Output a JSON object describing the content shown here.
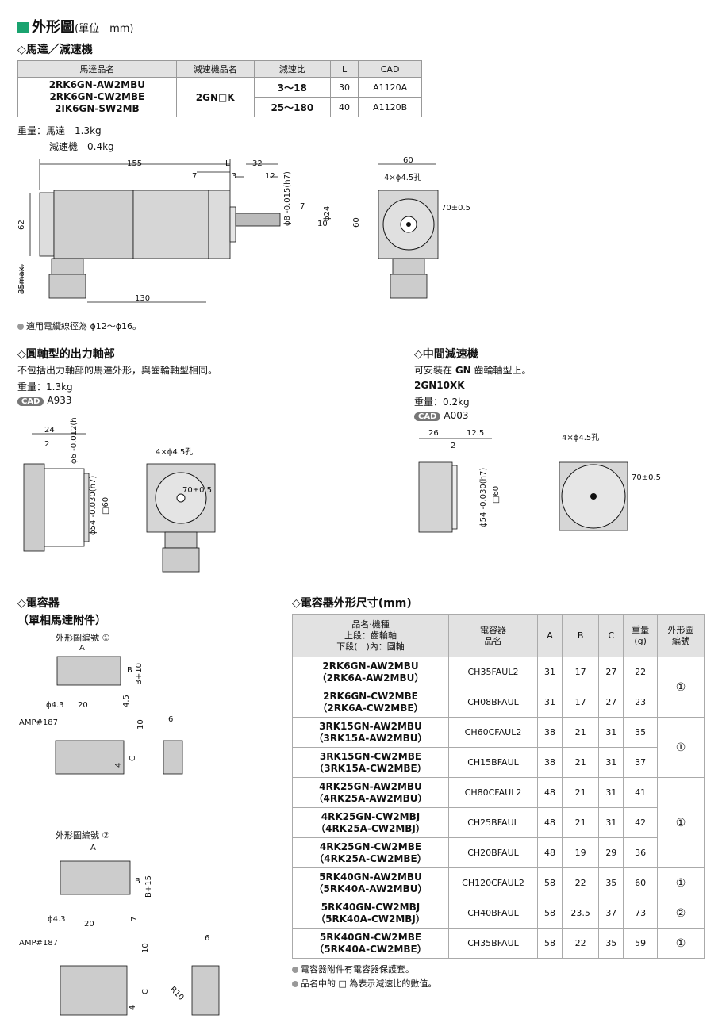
{
  "title": {
    "main": "外形圖",
    "unit": "(單位　mm)"
  },
  "section_motor": {
    "heading": "◇馬達／減速機",
    "table": {
      "headers": [
        "馬達品名",
        "減速機品名",
        "減速比",
        "L",
        "CAD"
      ],
      "motors": [
        "2RK6GN-AW2MBU",
        "2RK6GN-CW2MBE",
        "2IK6GN-SW2MB"
      ],
      "gear": "2GN□K",
      "rows": [
        {
          "ratio": "3～18",
          "L": "30",
          "cad": "A1120A"
        },
        {
          "ratio": "25～180",
          "L": "40",
          "cad": "A1120B"
        }
      ]
    },
    "weight_label": "重量：馬達　1.3kg",
    "weight_gear": "減速機　0.4kg",
    "cable_note": "適用電纜線徑為 ϕ12～ϕ16。",
    "dims": {
      "d155": "155",
      "dL": "L",
      "d32": "32",
      "d7": "7",
      "d3": "3",
      "d12": "12",
      "shaft": "ϕ8 -0.015(h7)",
      "d7b": "7",
      "d10": "10",
      "d24": "ϕ24",
      "d62": "62",
      "d35": "35max.",
      "d130": "130",
      "d60top": "60",
      "holes": "4×ϕ4.5孔",
      "d70": "70±0.5",
      "d60side": "60"
    }
  },
  "section_round": {
    "heading": "◇圓軸型的出力軸部",
    "desc": "不包括出力軸部的馬達外形，與齒輪軸型相同。",
    "weight": "重量：1.3kg",
    "cad_badge": "CAD",
    "cad": "A933",
    "dims": {
      "d24": "24",
      "d2": "2",
      "shaft": "ϕ6 -0.012(h7)",
      "d54": "ϕ54 -0.030(h7)",
      "sq60": "□60",
      "holes": "4×ϕ4.5孔",
      "d70": "70±0.5"
    }
  },
  "section_mid": {
    "heading": "◇中間減速機",
    "desc_pre": "可安裝在 ",
    "desc_bold": "GN",
    "desc_post": " 齒輪軸型上。",
    "model": "2GN10XK",
    "weight": "重量：0.2kg",
    "cad_badge": "CAD",
    "cad": "A003",
    "dims": {
      "d26": "26",
      "d125": "12.5",
      "d2": "2",
      "d54": "ϕ54 -0.030(h7)",
      "sq60": "□60",
      "holes": "4×ϕ4.5孔",
      "d70": "70±0.5"
    }
  },
  "section_cap": {
    "heading": "◇電容器",
    "sub": "（單相馬達附件）",
    "fig1_label": "外形圖編號 ①",
    "fig2_label": "外形圖編號 ②",
    "dims": {
      "A": "A",
      "B": "B",
      "B10": "B+10",
      "B15": "B+15",
      "phi": "ϕ4.3",
      "d20": "20",
      "d45": "4.5",
      "d7": "7",
      "amp": "AMP#187",
      "d10": "10",
      "d6": "6",
      "d4": "4",
      "C": "C",
      "r10": "R10"
    }
  },
  "section_capdim": {
    "heading": "◇電容器外形尺寸(mm)",
    "header_name": [
      "品名·機種",
      "上段：齒輪軸",
      "下段(　)內：圓軸"
    ],
    "header_cap": [
      "電容器",
      "品名"
    ],
    "header_A": "A",
    "header_B": "B",
    "header_C": "C",
    "header_w": [
      "重量",
      "(g)"
    ],
    "header_fig": [
      "外形圖",
      "編號"
    ],
    "rows": [
      {
        "n1": "2RK6GN-AW2MBU",
        "n2": "（2RK6A-AW2MBU）",
        "cap": "CH35FAUL2",
        "A": "31",
        "B": "17",
        "C": "27",
        "w": "22"
      },
      {
        "n1": "2RK6GN-CW2MBE",
        "n2": "（2RK6A-CW2MBE）",
        "cap": "CH08BFAUL",
        "A": "31",
        "B": "17",
        "C": "27",
        "w": "23"
      },
      {
        "n1": "3RK15GN-AW2MBU",
        "n2": "（3RK15A-AW2MBU）",
        "cap": "CH60CFAUL2",
        "A": "38",
        "B": "21",
        "C": "31",
        "w": "35"
      },
      {
        "n1": "3RK15GN-CW2MBE",
        "n2": "（3RK15A-CW2MBE）",
        "cap": "CH15BFAUL",
        "A": "38",
        "B": "21",
        "C": "31",
        "w": "37"
      },
      {
        "n1": "4RK25GN-AW2MBU",
        "n2": "（4RK25A-AW2MBU）",
        "cap": "CH80CFAUL2",
        "A": "48",
        "B": "21",
        "C": "31",
        "w": "41"
      },
      {
        "n1": "4RK25GN-CW2MBJ",
        "n2": "（4RK25A-CW2MBJ）",
        "cap": "CH25BFAUL",
        "A": "48",
        "B": "21",
        "C": "31",
        "w": "42"
      },
      {
        "n1": "4RK25GN-CW2MBE",
        "n2": "（4RK25A-CW2MBE）",
        "cap": "CH20BFAUL",
        "A": "48",
        "B": "19",
        "C": "29",
        "w": "36"
      },
      {
        "n1": "5RK40GN-AW2MBU",
        "n2": "（5RK40A-AW2MBU）",
        "cap": "CH120CFAUL2",
        "A": "58",
        "B": "22",
        "C": "35",
        "w": "60"
      },
      {
        "n1": "5RK40GN-CW2MBJ",
        "n2": "（5RK40A-CW2MBJ）",
        "cap": "CH40BFAUL",
        "A": "58",
        "B": "23.5",
        "C": "37",
        "w": "73"
      },
      {
        "n1": "5RK40GN-CW2MBE",
        "n2": "（5RK40A-CW2MBE）",
        "cap": "CH35BFAUL",
        "A": "58",
        "B": "22",
        "C": "35",
        "w": "59"
      }
    ],
    "figs": [
      "①",
      "①",
      "①",
      "①",
      "②",
      "①"
    ],
    "note1": "電容器附件有電容器保護套。",
    "note2": "品名中的 □ 為表示減速比的數值。"
  }
}
